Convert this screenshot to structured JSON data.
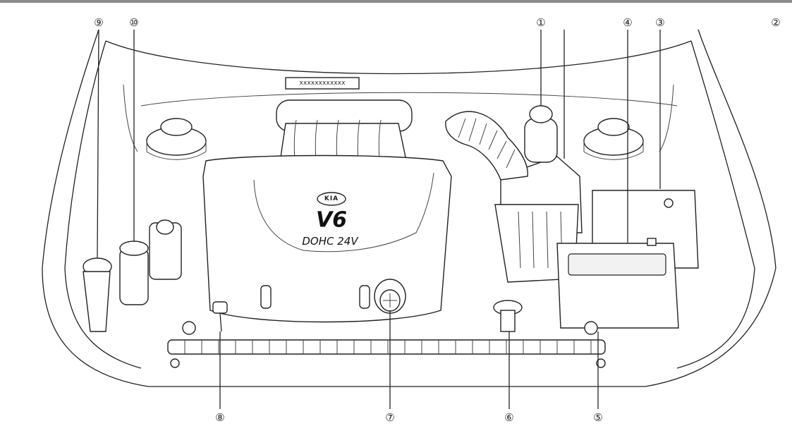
{
  "callouts": [
    "①",
    "②",
    "③",
    "④",
    "⑤",
    "⑥",
    "⑦",
    "⑧",
    "⑨",
    "⑩"
  ],
  "engine_cover": {
    "logo_text": "KIA",
    "model_text": "V6",
    "spec_text": "DOHC 24V"
  },
  "placard_text": "xxxxxxxxxxxx"
}
